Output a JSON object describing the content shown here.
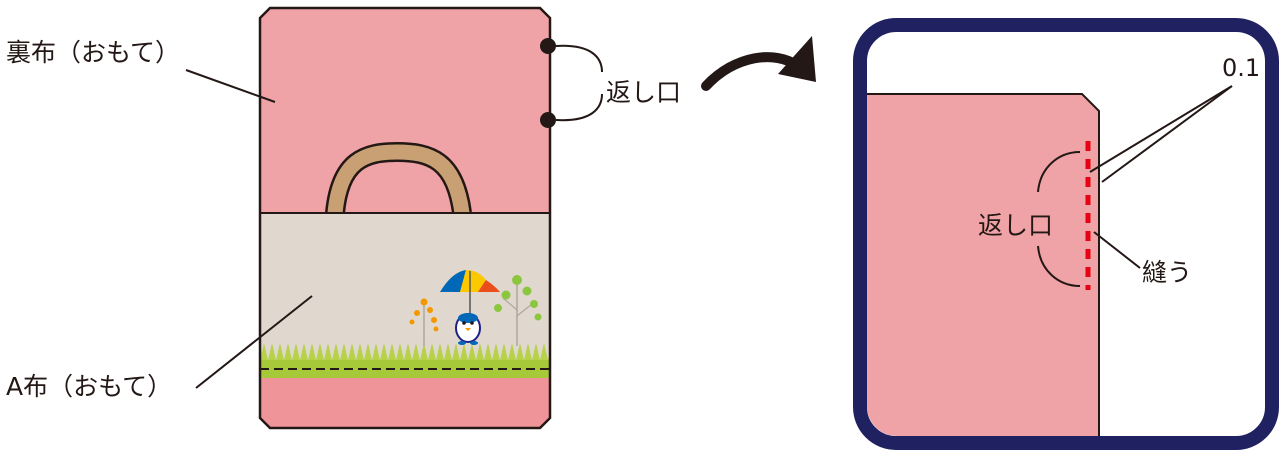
{
  "labels": {
    "lining_face": "裏布（おもて）",
    "a_fabric_face": "A布（おもて）",
    "opening_left": "返し口",
    "opening_right": "返し口",
    "sew": "縫う",
    "margin": "0.1"
  },
  "colors": {
    "lining_pink": "#f0a3a6",
    "bottom_pink": "#ef959a",
    "a_fabric": "#e0d8cf",
    "handle": "#c8a074",
    "grass": "#a6c93a",
    "stitch_red": "#e60012",
    "frame_navy": "#1f2160",
    "outline": "#231815"
  },
  "icons": {
    "transition_arrow": "curved-arrow-icon",
    "mascot": "penguin-with-umbrella-icon"
  }
}
